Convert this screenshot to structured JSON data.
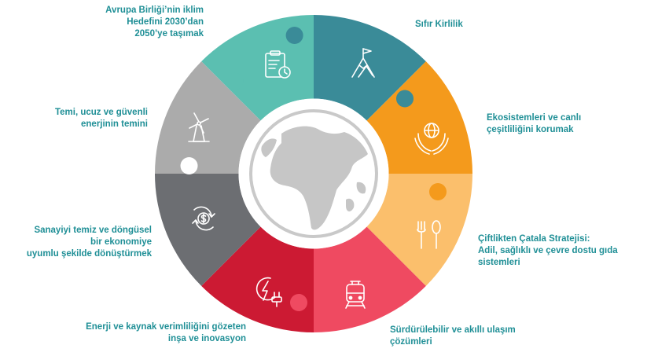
{
  "segments": [
    {
      "id": "climate",
      "label_lines": [
        "Avrupa Birliği’nin iklim",
        "Hedefini 2030’dan",
        "2050’ye taşımak"
      ],
      "color": "#5bbfb1",
      "icon": "clipboard-clock-icon"
    },
    {
      "id": "pollution",
      "label_lines": [
        "Sıfır Kirlilik"
      ],
      "color": "#3a8b98",
      "icon": "mountain-flag-icon"
    },
    {
      "id": "ecosystem",
      "label_lines": [
        "Ekosistemleri ve canlı",
        "çeşitliliğini korumak"
      ],
      "color": "#f49a1c",
      "icon": "hands-globe-icon"
    },
    {
      "id": "farm",
      "label_lines": [
        "Çiftlikten Çatala Stratejisi:",
        "Adil, sağlıklı ve çevre dostu gıda",
        "sistemleri"
      ],
      "color": "#fbbf6c",
      "icon": "fork-spoon-icon"
    },
    {
      "id": "mobility",
      "label_lines": [
        "Sürdürülebilir ve akıllı ulaşım",
        "çözümleri"
      ],
      "color": "#ef4a61",
      "icon": "train-icon"
    },
    {
      "id": "efficiency",
      "label_lines": [
        "Enerji ve kaynak verimliliğini gözeten",
        "inşa ve inovasyon"
      ],
      "color": "#cc1a33",
      "icon": "energy-plug-icon"
    },
    {
      "id": "industry",
      "label_lines": [
        "Sanayiyi temiz ve döngüsel",
        "bir ekonomiye",
        "uyumlu şekilde dönüştürmek"
      ],
      "color": "#6c6e72",
      "icon": "circular-dollar-icon"
    },
    {
      "id": "energy",
      "label_lines": [
        "Temi, ucuz ve güvenli",
        "enerjinin temini"
      ],
      "color": "#ababab",
      "icon": "windmill-icon"
    }
  ]
}
